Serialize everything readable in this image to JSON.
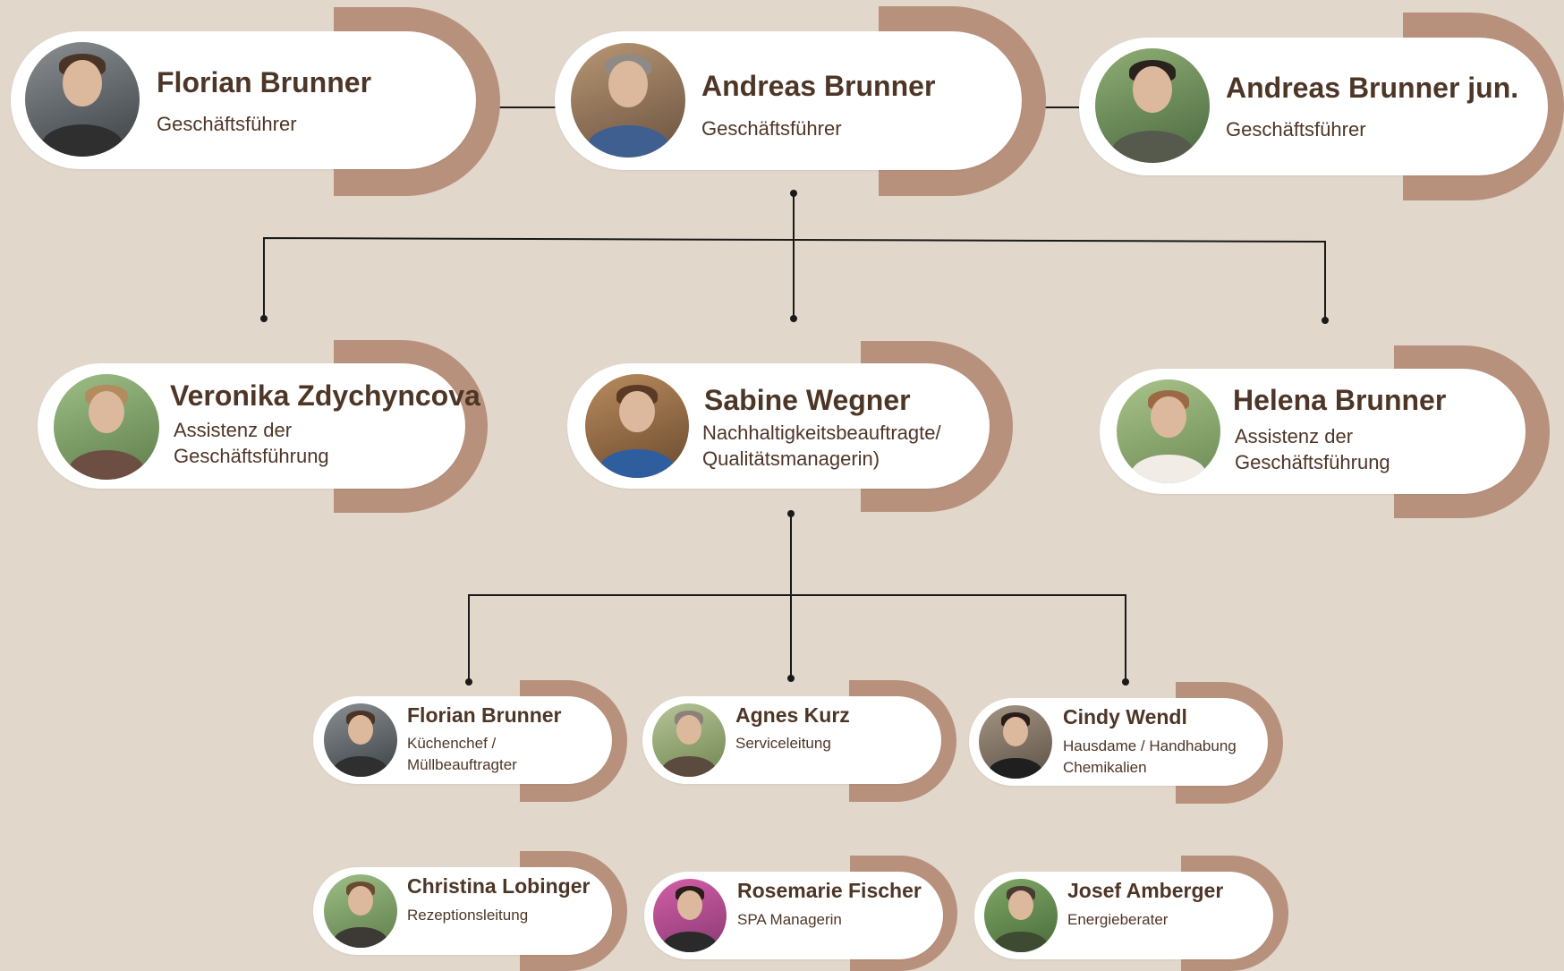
{
  "palette": {
    "background": "#e1d7ca",
    "accent": "#b8917d",
    "card": "#ffffff",
    "text": "#4e3627",
    "line": "#1a1a1a"
  },
  "people": {
    "florian_gf": {
      "name": "Florian Brunner",
      "role_line1": "Geschäftsführer",
      "role_line2": ""
    },
    "andreas": {
      "name": "Andreas Brunner",
      "role_line1": "Geschäftsführer",
      "role_line2": ""
    },
    "andreas_jun": {
      "name": "Andreas Brunner jun.",
      "role_line1": "Geschäftsführer",
      "role_line2": ""
    },
    "veronika": {
      "name": "Veronika Zdychyncova",
      "role_line1": "Assistenz der",
      "role_line2": "Geschäftsführung"
    },
    "sabine": {
      "name": "Sabine Wegner",
      "role_line1": "Nachhaltigkeitsbeauftragte/",
      "role_line2": "Qualitätsmanagerin)"
    },
    "helena": {
      "name": "Helena Brunner",
      "role_line1": "Assistenz der",
      "role_line2": "Geschäftsführung"
    },
    "florian_kueche": {
      "name": "Florian Brunner",
      "role_line1": "Küchenchef /",
      "role_line2": "Müllbeauftragter"
    },
    "agnes": {
      "name": "Agnes Kurz",
      "role_line1": "Serviceleitung",
      "role_line2": ""
    },
    "cindy": {
      "name": "Cindy Wendl",
      "role_line1": "Hausdame / Handhabung",
      "role_line2": "Chemikalien"
    },
    "christina": {
      "name": "Christina Lobinger",
      "role_line1": "Rezeptionsleitung",
      "role_line2": ""
    },
    "rosemarie": {
      "name": "Rosemarie Fischer",
      "role_line1": "SPA Managerin",
      "role_line2": ""
    },
    "josef": {
      "name": "Josef Amberger",
      "role_line1": "Energieberater",
      "role_line2": ""
    }
  }
}
